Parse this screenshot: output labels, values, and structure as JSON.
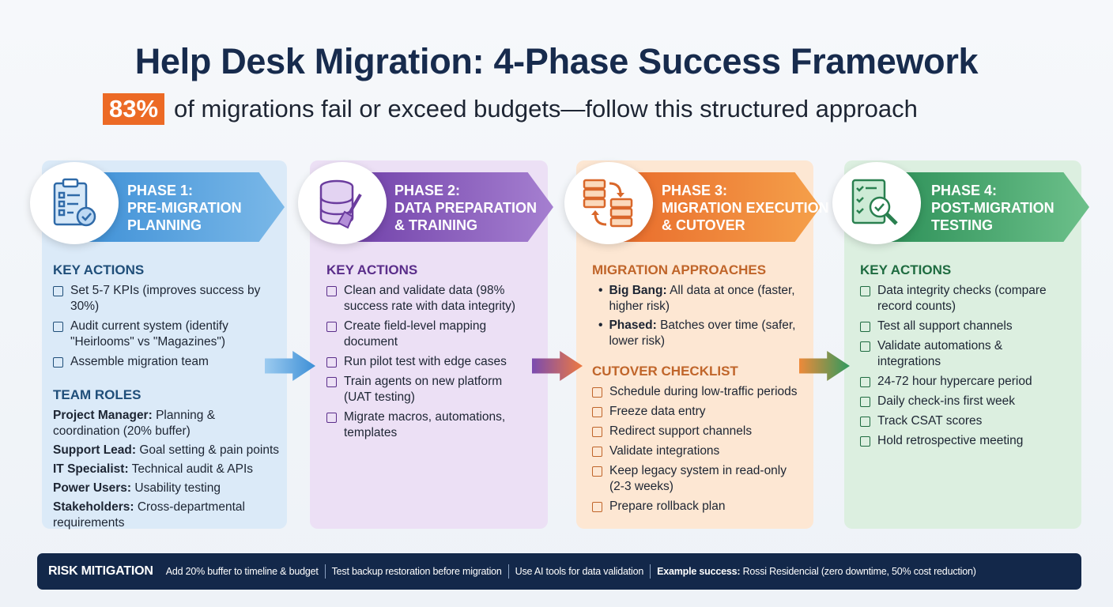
{
  "header": {
    "title": "Help Desk Migration: 4-Phase Success Framework",
    "stat": "83%",
    "subtitle": "of migrations fail or exceed budgets—follow this structured approach"
  },
  "colors": {
    "phase1": "#3d8fd6",
    "phase2": "#7a4bb0",
    "phase3": "#e8732a",
    "phase4": "#2e9a5e",
    "accent": "#ec6a25",
    "footer": "#13284a"
  },
  "phases": [
    {
      "icon": "clipboard-checklist-icon",
      "label": "PHASE 1:",
      "name1": "PRE-MIGRATION",
      "name2": "PLANNING",
      "key_actions_title": "KEY ACTIONS",
      "key_actions": [
        "Set 5-7 KPIs (improves success by 30%)",
        "Audit current system (identify \"Heirlooms\" vs \"Magazines\")",
        "Assemble migration team"
      ],
      "roles_title": "TEAM ROLES",
      "roles": [
        {
          "role": "Project Manager:",
          "desc": "Planning & coordination (20% buffer)"
        },
        {
          "role": "Support Lead:",
          "desc": "Goal setting & pain points"
        },
        {
          "role": "IT Specialist:",
          "desc": "Technical audit & APIs"
        },
        {
          "role": "Power Users:",
          "desc": "Usability testing"
        },
        {
          "role": "Stakeholders:",
          "desc": "Cross-departmental requirements"
        }
      ]
    },
    {
      "icon": "database-broom-icon",
      "label": "PHASE 2:",
      "name1": "DATA PREPARATION",
      "name2": "& TRAINING",
      "key_actions_title": "KEY ACTIONS",
      "key_actions": [
        "Clean and validate data (98% success rate with data integrity)",
        "Create field-level mapping document",
        "Run pilot test with edge cases",
        "Train agents on new platform (UAT testing)",
        "Migrate macros, automations, templates"
      ]
    },
    {
      "icon": "server-transfer-icon",
      "label": "PHASE 3:",
      "name1": "MIGRATION EXECUTION",
      "name2": "& CUTOVER",
      "approaches_title": "MIGRATION APPROACHES",
      "approaches": [
        {
          "name": "Big Bang:",
          "desc": "All data at once (faster, higher risk)"
        },
        {
          "name": "Phased:",
          "desc": "Batches over time (safer, lower risk)"
        }
      ],
      "checklist_title": "CUTOVER CHECKLIST",
      "checklist": [
        "Schedule during low-traffic periods",
        "Freeze data entry",
        "Redirect support channels",
        "Validate integrations",
        "Keep legacy system in read-only (2-3 weeks)",
        "Prepare rollback plan"
      ]
    },
    {
      "icon": "checklist-magnifier-icon",
      "label": "PHASE 4:",
      "name1": "POST-MIGRATION",
      "name2": "TESTING",
      "key_actions_title": "KEY ACTIONS",
      "key_actions": [
        "Data integrity checks (compare record counts)",
        "Test all support channels",
        "Validate automations & integrations",
        "24-72 hour hypercare period",
        "Daily check-ins first week",
        "Track CSAT scores",
        "Hold retrospective meeting"
      ]
    }
  ],
  "footer": {
    "label": "RISK MITIGATION",
    "items": [
      "Add 20% buffer to timeline & budget",
      "Test backup restoration before migration",
      "Use AI tools for data validation"
    ],
    "example_label": "Example success:",
    "example": "Rossi Residencial (zero downtime, 50% cost reduction)"
  }
}
